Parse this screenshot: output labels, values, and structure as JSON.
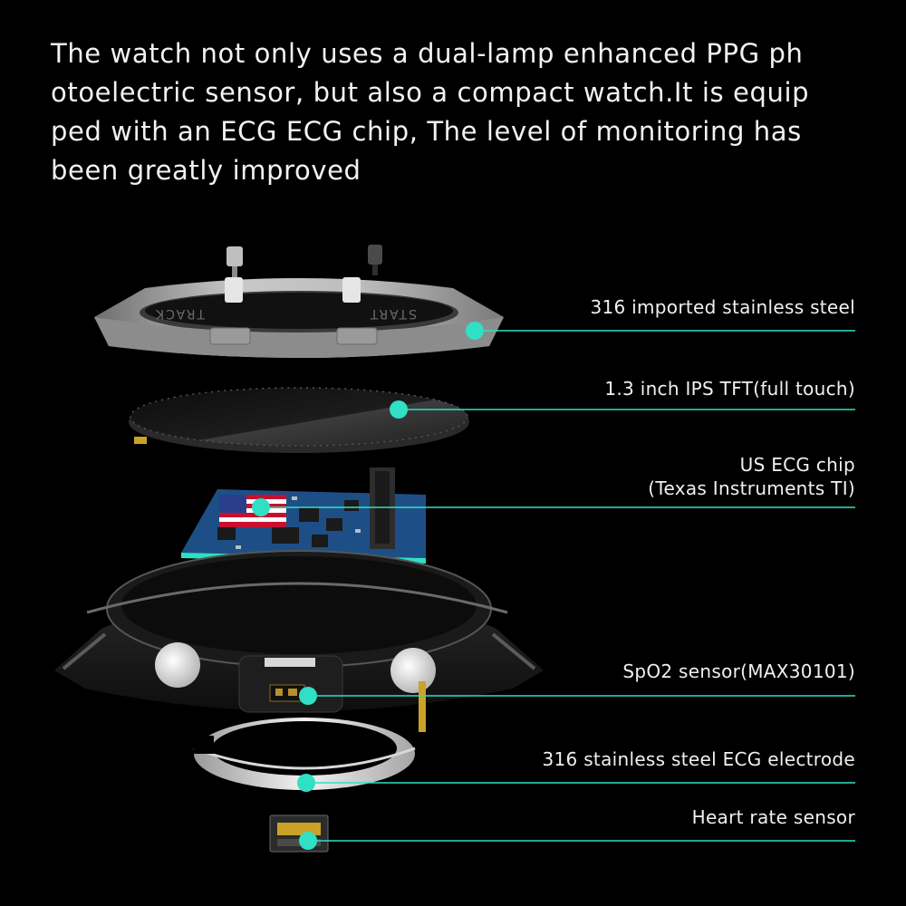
{
  "headline": {
    "lines": [
      "The watch not only uses a dual-lamp enhanced PPG ph",
      "otoelectric sensor, but also a compact watch.It is equip",
      "ped with an ECG ECG chip, The level of monitoring has",
      "been greatly improved"
    ]
  },
  "bezel": {
    "engraving_left": "TRACK",
    "engraving_right": "START"
  },
  "callouts": [
    {
      "lines": [
        "316 imported stainless steel"
      ]
    },
    {
      "lines": [
        "1.3 inch IPS TFT(full touch)"
      ]
    },
    {
      "lines": [
        "US ECG chip",
        "(Texas Instruments TI)"
      ]
    },
    {
      "lines": [
        "SpO2 sensor(MAX30101)"
      ]
    },
    {
      "lines": [
        "316 stainless steel ECG electrode"
      ]
    },
    {
      "lines": [
        "Heart rate sensor"
      ]
    }
  ],
  "colors": {
    "background": "#000000",
    "accent": "#2fe0c4",
    "text": "#f0f0f0",
    "pcb": "#1d4f86"
  }
}
